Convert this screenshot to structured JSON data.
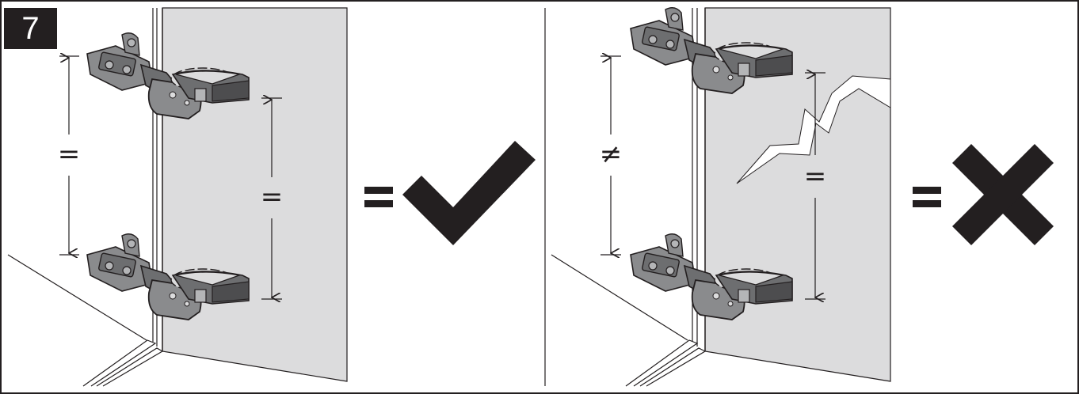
{
  "step": {
    "number": "7"
  },
  "panels": [
    {
      "id": "correct",
      "left_label": "=",
      "right_label": "=",
      "result_icon": "checkmark-icon"
    },
    {
      "id": "incorrect",
      "left_label": "≠",
      "right_label": "=",
      "result_icon": "cross-icon"
    }
  ],
  "colors": {
    "ink": "#231f20",
    "door": "#dcdcdd",
    "hinge_dark": "#6d6e70",
    "hinge_mid": "#8a8b8d",
    "hinge_light": "#b4b5b7"
  }
}
